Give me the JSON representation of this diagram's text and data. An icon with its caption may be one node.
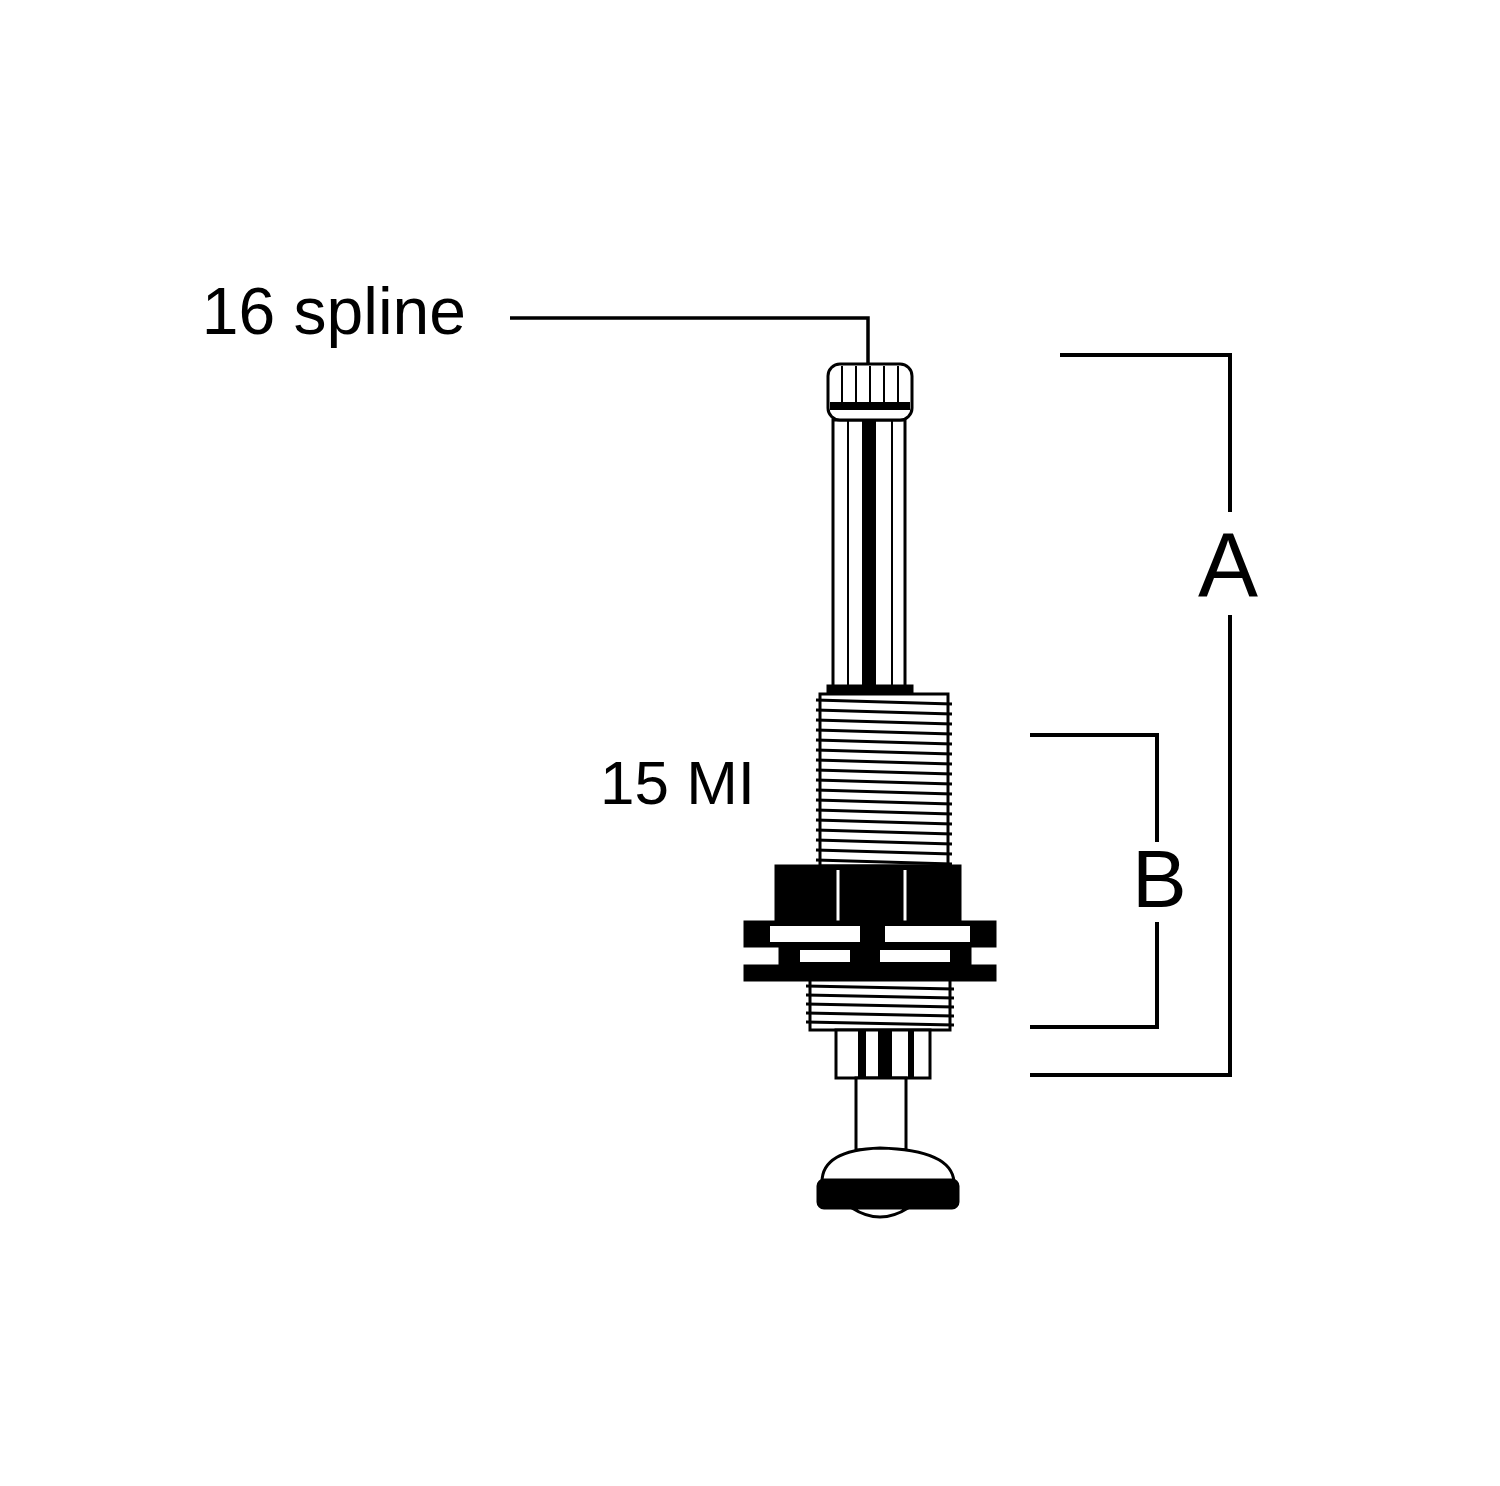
{
  "diagram": {
    "nodes": [
      {
        "text": [
          "16 spline"
        ]
      },
      {
        "text": [],
        "shape": "picture"
      }
    ],
    "edges": [
      {
        "from": 0,
        "to": 1,
        "arrow": "none"
      }
    ],
    "labels": [
      "15 MI",
      "A",
      "B"
    ]
  }
}
